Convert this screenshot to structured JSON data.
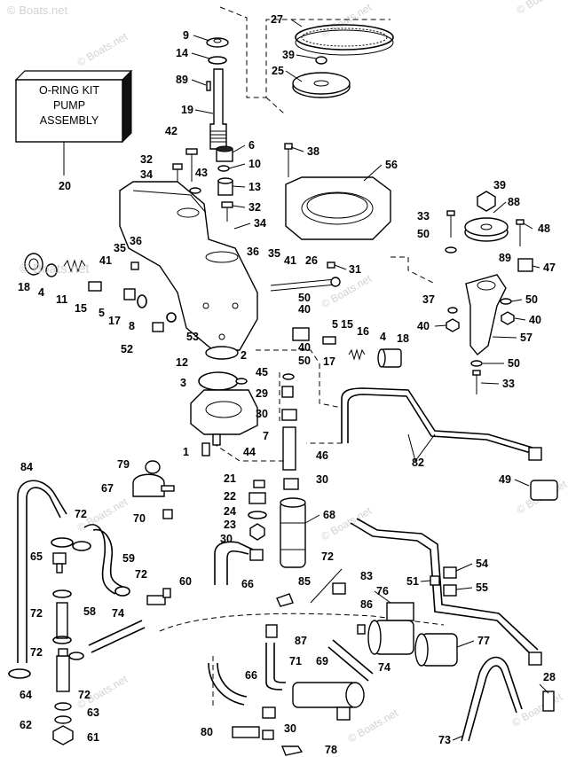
{
  "watermark": {
    "text": "© Boats.net",
    "overlay_text": "© Boats.net"
  },
  "kit_box": {
    "lines": [
      "O-RING KIT",
      "PUMP",
      "ASSEMBLY"
    ],
    "ref": "20"
  },
  "labels": {
    "p9": "9",
    "p14": "14",
    "p89a": "89",
    "p19": "19",
    "p27": "27",
    "p39a": "39",
    "p25": "25",
    "p42": "42",
    "p32a": "32",
    "p34a": "34",
    "p43": "43",
    "p6": "6",
    "p10": "10",
    "p13": "13",
    "p32b": "32",
    "p34b": "34",
    "p38": "38",
    "p56": "56",
    "p39b": "39",
    "p88": "88",
    "p33a": "33",
    "p50a": "50",
    "p48": "48",
    "p89b": "89",
    "p47": "47",
    "p35a": "35",
    "p36a": "36",
    "p41a": "41",
    "p18a": "18",
    "p4a": "4",
    "p11": "11",
    "p15a": "15",
    "p5a": "5",
    "p17a": "17",
    "p8": "8",
    "p36b": "36",
    "p35b": "35",
    "p41b": "41",
    "p26": "26",
    "p31": "31",
    "p50b": "50",
    "p40a": "40",
    "p37": "37",
    "p50c": "50",
    "p40b": "40",
    "p40c": "40",
    "p57": "57",
    "p52": "52",
    "p53": "53",
    "p5b": "5",
    "p15b": "15",
    "p40d": "40",
    "p16": "16",
    "p4b": "4",
    "p18b": "18",
    "p50d": "50",
    "p17b": "17",
    "p12": "12",
    "p2": "2",
    "p3": "3",
    "p45": "45",
    "p29": "29",
    "p50e": "50",
    "p33b": "33",
    "p30a": "30",
    "p7": "7",
    "p1": "1",
    "p44": "44",
    "p46": "46",
    "p82": "82",
    "p84": "84",
    "p79": "79",
    "p67": "67",
    "p21": "21",
    "p30b": "30",
    "p22": "22",
    "p24": "24",
    "p68": "68",
    "p49": "49",
    "p72a": "72",
    "p70": "70",
    "p23": "23",
    "p30c": "30",
    "p59": "59",
    "p65": "65",
    "p72b": "72",
    "p60": "60",
    "p66a": "66",
    "p85": "85",
    "p83": "83",
    "p54": "54",
    "p51": "51",
    "p55": "55",
    "p72c": "72",
    "p58": "58",
    "p74a": "74",
    "p76": "76",
    "p86": "86",
    "p87": "87",
    "p77": "77",
    "p72d": "72",
    "p71": "71",
    "p69": "69",
    "p74b": "74",
    "p64": "64",
    "p72e": "72",
    "p66b": "66",
    "p28": "28",
    "p63": "63",
    "p62": "62",
    "p61": "61",
    "p80": "80",
    "p30d": "30",
    "p78": "78",
    "p73": "73"
  }
}
